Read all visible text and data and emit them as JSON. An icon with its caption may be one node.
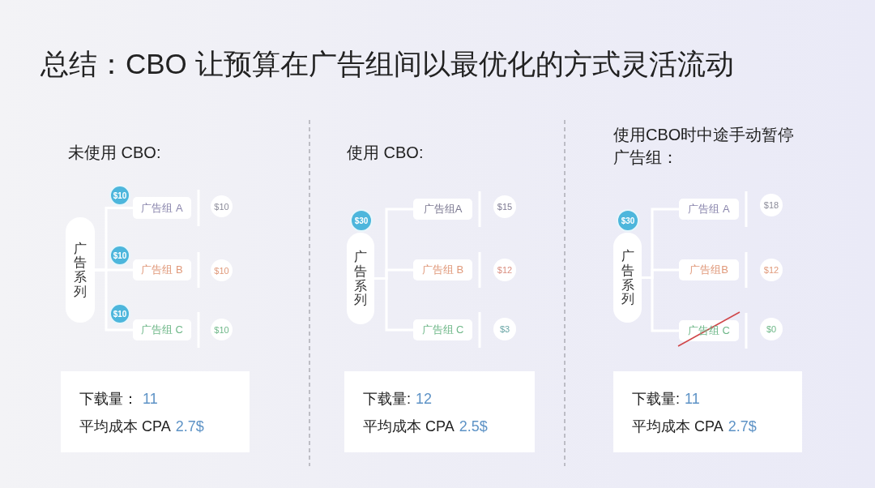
{
  "diagram": {
    "title": "总结：CBO 让预算在广告组间以最优化的方式灵活流动",
    "nodes": [
      {
        "text": [
          "广告系列"
        ]
      },
      {
        "text": [
          "$10"
        ]
      },
      {
        "text": [
          "广告组 A"
        ]
      },
      {
        "text": [
          "$10"
        ]
      },
      {
        "text": [
          "$10"
        ]
      },
      {
        "text": [
          "广告组 B"
        ]
      },
      {
        "text": [
          "$10"
        ]
      },
      {
        "text": [
          "$10"
        ]
      },
      {
        "text": [
          "广告组 C"
        ]
      },
      {
        "text": [
          "$10"
        ]
      },
      {
        "text": [
          "下载量：",
          "11",
          "平均成本 CPA",
          "2.7$"
        ]
      },
      {
        "text": [
          "广告系列"
        ]
      },
      {
        "text": [
          "$30"
        ]
      },
      {
        "text": [
          "广告组A"
        ]
      },
      {
        "text": [
          "$15"
        ]
      },
      {
        "text": [
          "广告组 B"
        ]
      },
      {
        "text": [
          "$12"
        ]
      },
      {
        "text": [
          "广告组 C"
        ]
      },
      {
        "text": [
          "$3"
        ]
      },
      {
        "text": [
          "下载量:",
          "12",
          "平均成本 CPA",
          "2.5$"
        ]
      },
      {
        "text": [
          "广告系列"
        ]
      },
      {
        "text": [
          "$30"
        ]
      },
      {
        "text": [
          "广告组 A"
        ]
      },
      {
        "text": [
          "$18"
        ]
      },
      {
        "text": [
          "广告组B"
        ]
      },
      {
        "text": [
          "$12"
        ]
      },
      {
        "text": [
          "广告组 C"
        ]
      },
      {
        "text": [
          "$0"
        ]
      },
      {
        "text": [
          "下载量:",
          "11",
          "平均成本 CPA",
          "2.7$"
        ]
      }
    ],
    "edges": [
      {
        "from": 0,
        "to": 2,
        "arrow": "none"
      },
      {
        "from": 0,
        "to": 5,
        "arrow": "none"
      },
      {
        "from": 0,
        "to": 8,
        "arrow": "none"
      },
      {
        "from": 11,
        "to": 13,
        "arrow": "none"
      },
      {
        "from": 11,
        "to": 15,
        "arrow": "none"
      },
      {
        "from": 11,
        "to": 17,
        "arrow": "none"
      },
      {
        "from": 20,
        "to": 22,
        "arrow": "none"
      },
      {
        "from": 20,
        "to": 24,
        "arrow": "none"
      },
      {
        "from": 20,
        "to": 26,
        "arrow": "none"
      }
    ],
    "labels": [
      "未使用 CBO:",
      "使用 CBO:",
      "使用CBO时中途手动暂停广告组："
    ]
  }
}
